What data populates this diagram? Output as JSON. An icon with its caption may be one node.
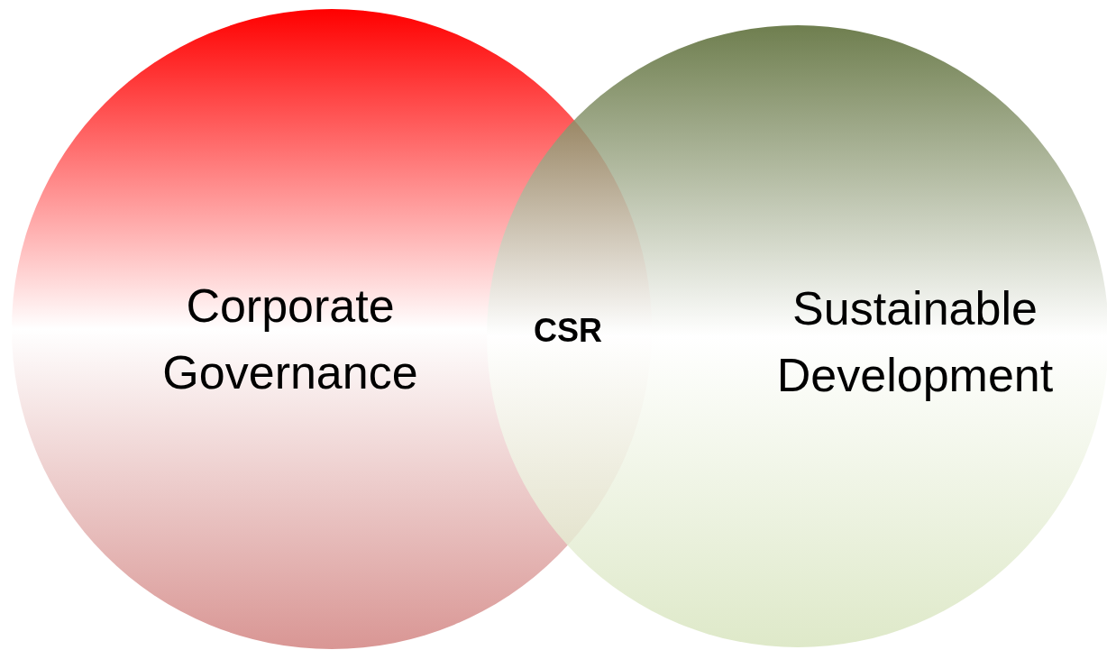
{
  "diagram": {
    "nodes": [
      {
        "text": [
          "Corporate Governance"
        ]
      },
      {
        "text": [
          "Sustainable Development"
        ]
      }
    ],
    "labels": [
      "CSR"
    ]
  }
}
